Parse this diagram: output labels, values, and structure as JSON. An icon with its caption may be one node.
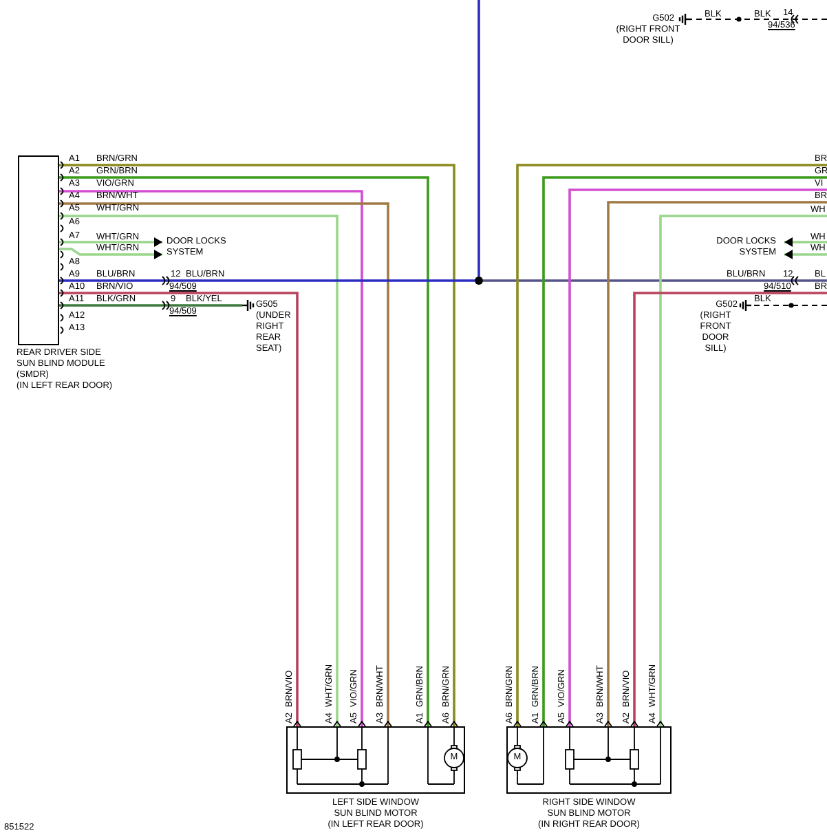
{
  "diagram": {
    "nodes": [
      {
        "text": [],
        "shape": "box",
        "beside": [
          "REAR DRIVER SIDE",
          "SUN BLIND MODULE",
          "(SMDR)",
          "(IN LEFT REAR DOOR)"
        ]
      },
      {
        "text": [
          "DOOR LOCKS SYSTEM"
        ]
      },
      {
        "text": [
          "G505",
          "(UNDER RIGHT REAR SEAT)"
        ]
      },
      {
        "text": [],
        "shape": "box",
        "beside": [
          "LEFT SIDE WINDOW",
          "SUN BLIND MOTOR",
          "(IN LEFT REAR DOOR)"
        ]
      },
      {
        "text": [],
        "shape": "box",
        "beside": [
          "RIGHT SIDE WINDOW",
          "SUN BLIND MOTOR",
          "(IN RIGHT REAR DOOR)"
        ]
      },
      {
        "text": [
          "DOOR LOCKS SYSTEM"
        ]
      },
      {
        "text": [
          "G502",
          "(RIGHT FRONT DOOR SILL)"
        ]
      },
      {
        "text": [
          "G502",
          "(RIGHT FRONT DOOR SILL)"
        ]
      },
      {
        "text": [],
        "shape": "circle"
      }
    ],
    "edges": [
      {
        "from": 0,
        "to": 3,
        "arrow": "other",
        "label": "BRN/GRN",
        "color": "#8b8b1e"
      },
      {
        "from": 0,
        "to": 3,
        "arrow": "other",
        "label": "GRN/BRN",
        "color": "#3c9a1c"
      },
      {
        "from": 0,
        "to": 3,
        "arrow": "other",
        "label": "VIO/GRN",
        "color": "#d24fd2"
      },
      {
        "from": 0,
        "to": 3,
        "arrow": "other",
        "label": "BRN/WHT",
        "color": "#a07a45"
      },
      {
        "from": 0,
        "to": 3,
        "arrow": "other",
        "label": "WHT/GRN",
        "color": "#9ad68c"
      },
      {
        "from": 0,
        "to": 1,
        "arrow": "to",
        "label": "WHT/GRN",
        "color": "#9ad68c"
      },
      {
        "from": 0,
        "to": 1,
        "arrow": "to",
        "label": "WHT/GRN",
        "color": "#9ad68c"
      },
      {
        "from": 0,
        "to": 8,
        "arrow": "none",
        "label": "BLU/BRN",
        "color": "#2d2dbf"
      },
      {
        "from": 0,
        "to": 3,
        "arrow": "other",
        "label": "BRN/VIO",
        "color": "#b8435e"
      },
      {
        "from": 0,
        "to": 2,
        "arrow": "none",
        "label": "BLK/GRN",
        "color": "#3d7a3d"
      },
      {
        "from": 8,
        "to": null,
        "arrow": "none",
        "color": "#2d2dbf"
      },
      {
        "from": 8,
        "to": null,
        "arrow": "none",
        "label": "BL",
        "color": "#55558a"
      },
      {
        "from": null,
        "to": 4,
        "arrow": "other",
        "label": "BR",
        "color": "#8b8b1e"
      },
      {
        "from": null,
        "to": 4,
        "arrow": "other",
        "label": "GR",
        "color": "#3c9a1c"
      },
      {
        "from": null,
        "to": 4,
        "arrow": "other",
        "label": "VI",
        "color": "#d24fd2"
      },
      {
        "from": null,
        "to": 4,
        "arrow": "other",
        "label": "BR",
        "color": "#a07a45"
      },
      {
        "from": null,
        "to": 4,
        "arrow": "other",
        "label": "WH",
        "color": "#9ad68c"
      },
      {
        "from": null,
        "to": 5,
        "arrow": "to",
        "label": "WH",
        "color": "#9ad68c"
      },
      {
        "from": null,
        "to": 5,
        "arrow": "to",
        "label": "WH",
        "color": "#9ad68c"
      },
      {
        "from": null,
        "to": 4,
        "arrow": "other",
        "label": "BR",
        "color": "#b8435e"
      },
      {
        "from": null,
        "to": 6,
        "arrow": "none",
        "label": "BLK",
        "style": "dashed",
        "color": "#000000"
      },
      {
        "from": null,
        "to": 7,
        "arrow": "none",
        "label": "BLK",
        "style": "dashed",
        "color": "#000000"
      }
    ],
    "labels": [
      "BLK",
      "14",
      "94/536",
      "A1",
      "A2",
      "A3",
      "A4",
      "A5",
      "A6",
      "A7",
      "A8",
      "A9",
      "A10",
      "A11",
      "A12",
      "A13",
      "12",
      "BLU/BRN",
      "94/509",
      "9",
      "BLK/YEL",
      "94/509",
      "BLU/BRN",
      "12",
      "94/510",
      "BRN/VIO",
      "WHT/GRN",
      "VIO/GRN",
      "BRN/WHT",
      "GRN/BRN",
      "BRN/GRN",
      "A2",
      "A4",
      "A5",
      "A3",
      "A1",
      "A6",
      "M",
      "BRN/GRN",
      "GRN/BRN",
      "VIO/GRN",
      "BRN/WHT",
      "BRN/VIO",
      "WHT/GRN",
      "A6",
      "A1",
      "A5",
      "A3",
      "A2",
      "A4",
      "M",
      "851522"
    ]
  }
}
